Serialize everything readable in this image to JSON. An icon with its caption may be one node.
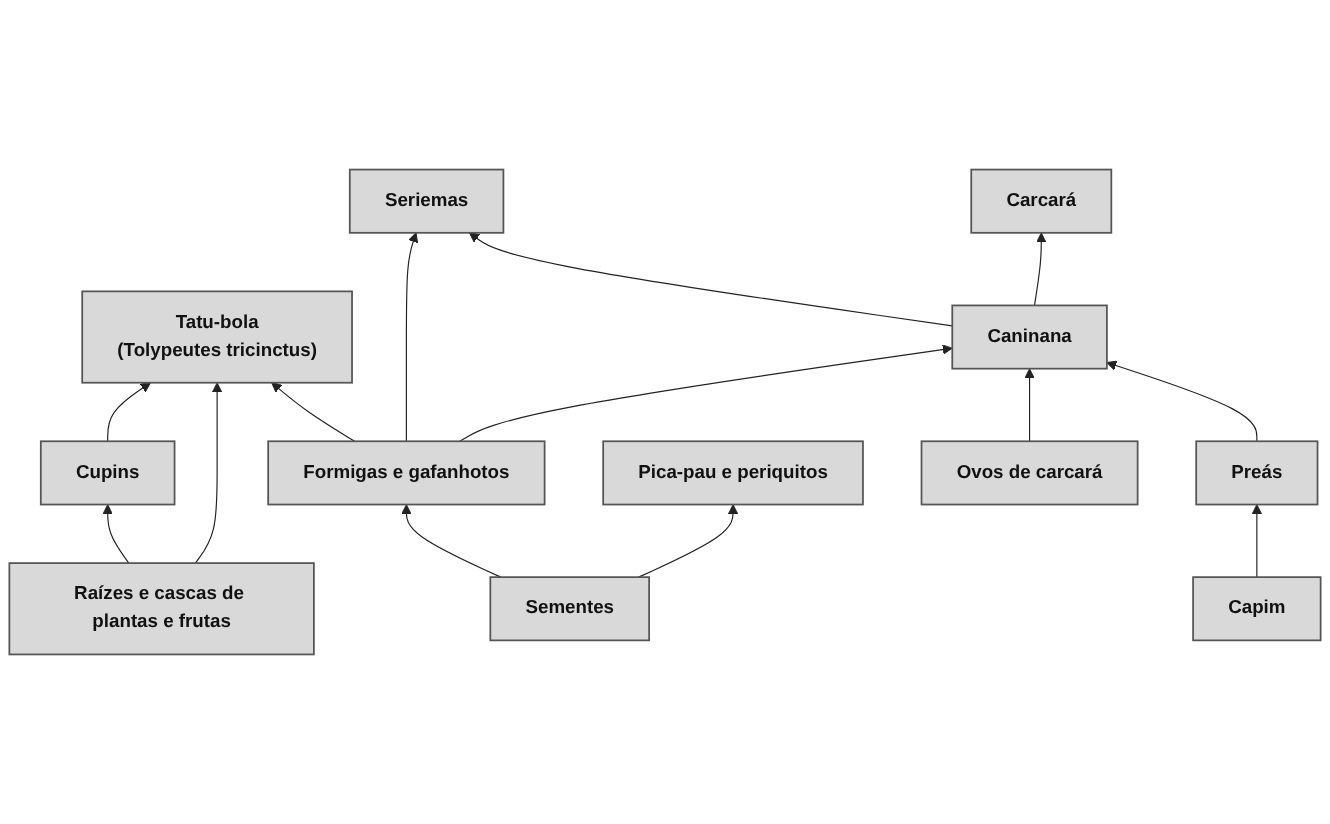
{
  "diagram": {
    "nodes": [
      {
        "text": [
          "Tatu-bola",
          "(Tolypeutes tricinctus)"
        ]
      },
      {
        "text": [
          "Caninana"
        ]
      },
      {
        "text": [
          "Ovos de carcará"
        ]
      },
      {
        "text": [
          "Seriemas"
        ]
      },
      {
        "text": [
          "Carcará"
        ]
      },
      {
        "text": [
          "Cupins"
        ]
      },
      {
        "text": [
          "Formigas e gafanhotos"
        ]
      },
      {
        "text": [
          "Pica-pau e periquitos"
        ]
      },
      {
        "text": [
          "Preás"
        ]
      },
      {
        "text": [
          "Raízes e cascas de plantas e frutas"
        ]
      },
      {
        "text": [
          "Sementes"
        ]
      },
      {
        "text": [
          "Capim"
        ]
      }
    ],
    "edges": [
      {
        "from": 9,
        "to": 5,
        "arrow": "to"
      },
      {
        "from": 5,
        "to": 0,
        "arrow": "to"
      },
      {
        "from": 9,
        "to": 0,
        "arrow": "to"
      },
      {
        "from": 6,
        "to": 0,
        "arrow": "to"
      },
      {
        "from": 10,
        "to": 6,
        "arrow": "to"
      },
      {
        "from": 10,
        "to": 7,
        "arrow": "to"
      },
      {
        "from": 6,
        "to": 3,
        "arrow": "to"
      },
      {
        "from": 6,
        "to": 1,
        "arrow": "to"
      },
      {
        "from": 1,
        "to": 3,
        "arrow": "to"
      },
      {
        "from": 1,
        "to": 4,
        "arrow": "to"
      },
      {
        "from": 2,
        "to": 1,
        "arrow": "to"
      },
      {
        "from": 11,
        "to": 8,
        "arrow": "to"
      },
      {
        "from": 8,
        "to": 1,
        "arrow": "to"
      }
    ]
  }
}
